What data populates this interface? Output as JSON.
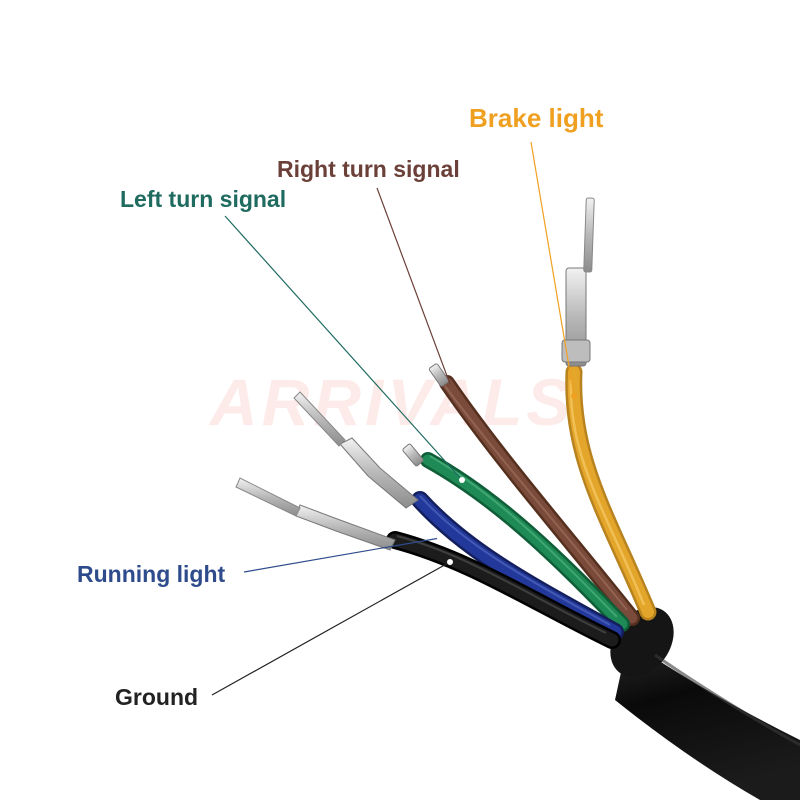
{
  "labels": {
    "brake": "Brake light",
    "right_turn": "Right turn signal",
    "left_turn": "Left turn signal",
    "running": "Running light",
    "ground": "Ground"
  },
  "watermark": "ARRIVALS",
  "colors": {
    "brake_label": "#f0a020",
    "right_turn_label": "#6b4038",
    "left_turn_label": "#1f6b60",
    "running_label": "#2e4c8c",
    "ground_label": "#222222",
    "wire_yellow": "#e3a52a",
    "wire_brown": "#7a4a3a",
    "wire_green": "#1e8a55",
    "wire_blue": "#22389a",
    "wire_black": "#151515",
    "jacket": "#0c0c0c",
    "metal": "#c9c9c9"
  }
}
